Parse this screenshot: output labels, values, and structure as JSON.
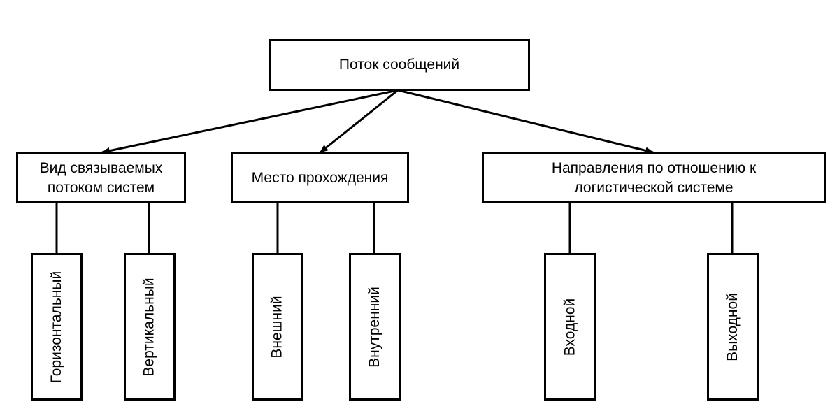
{
  "root": {
    "label": "Поток сообщений"
  },
  "categories": [
    {
      "label": "Вид связываемых\nпотоком систем",
      "leaves": [
        "Горизонтальный",
        "Вертикальный"
      ]
    },
    {
      "label": "Место прохождения",
      "leaves": [
        "Внешний",
        "Внутренний"
      ]
    },
    {
      "label": "Направления по отношению к\nлогистической системе",
      "leaves": [
        "Входной",
        "Выходной"
      ]
    }
  ]
}
